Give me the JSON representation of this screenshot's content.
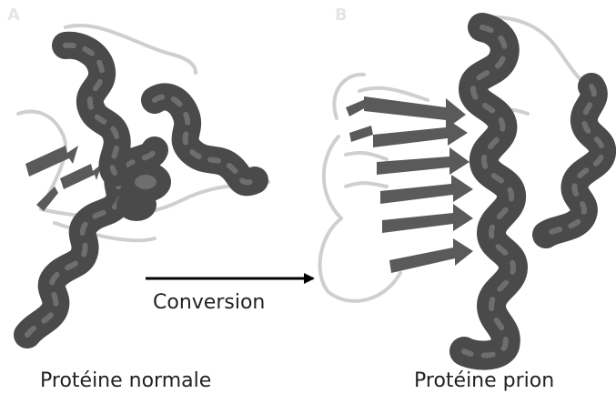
{
  "panels": {
    "left_letter": "A",
    "right_letter": "B"
  },
  "arrow": {
    "label": "Conversion"
  },
  "captions": {
    "normal": "Protéine normale",
    "prion": "Protéine prion"
  },
  "colors": {
    "helix": "#4a4a4a",
    "helix_highlight": "#6e6e6e",
    "sheet": "#5a5a5a",
    "coil": "#cfcfcf",
    "arrow": "#000000"
  }
}
